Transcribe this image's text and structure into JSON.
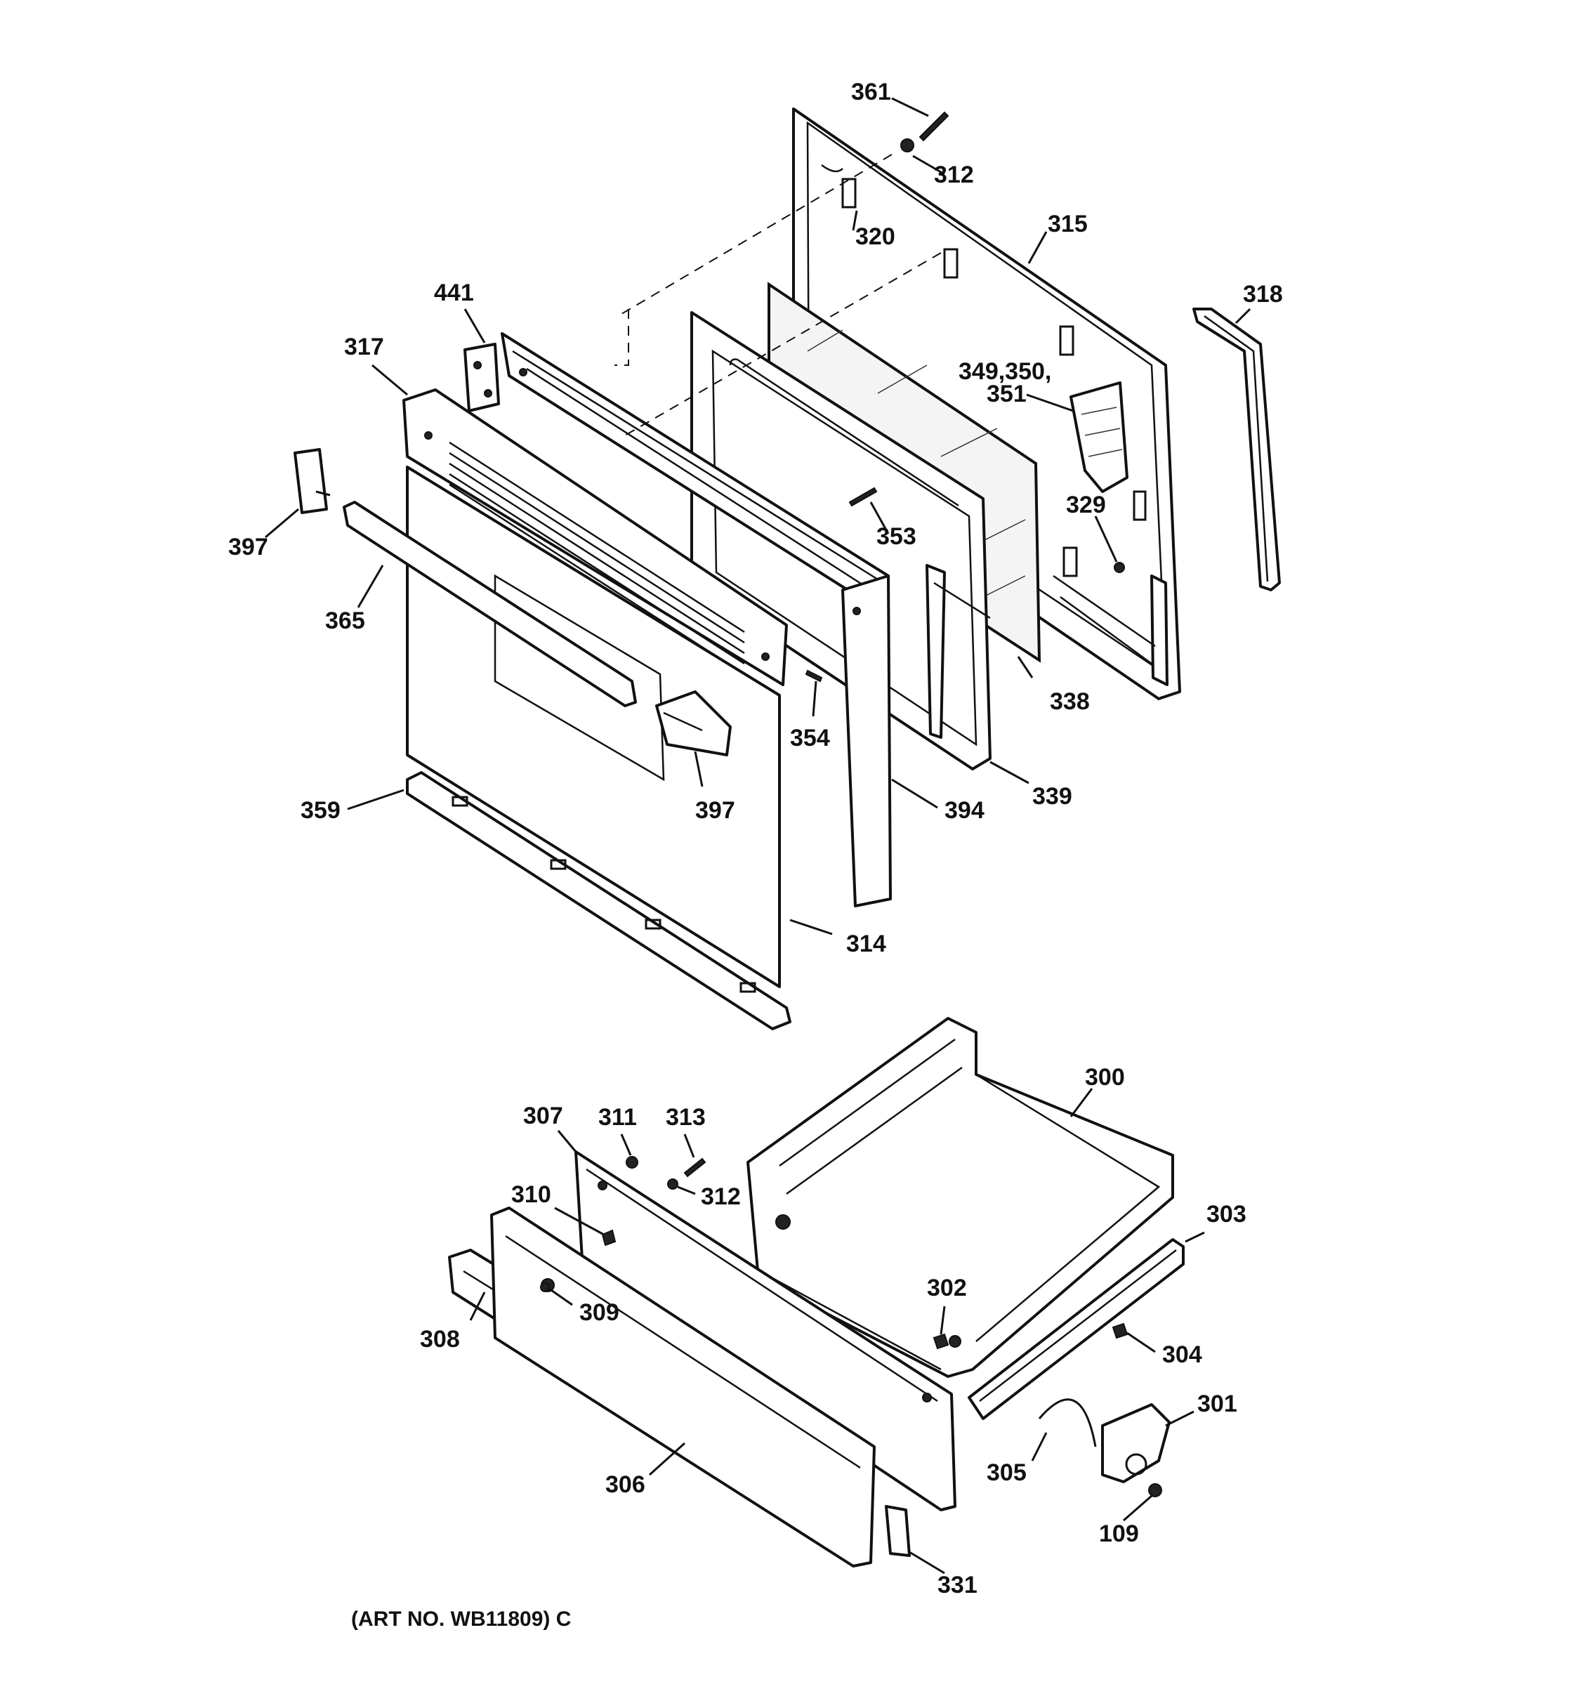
{
  "labels": {
    "p361": "361",
    "p312_top": "312",
    "p320": "320",
    "p315": "315",
    "p318": "318",
    "p441": "441",
    "p317": "317",
    "p349": "349,350,",
    "p351": "351",
    "p397_left": "397",
    "p329": "329",
    "p353": "353",
    "p365": "365",
    "p338": "338",
    "p354": "354",
    "p339": "339",
    "p359": "359",
    "p397_handle": "397",
    "p394": "394",
    "p314": "314",
    "p300": "300",
    "p307": "307",
    "p311": "311",
    "p313": "313",
    "p312_bottom": "312",
    "p310": "310",
    "p303": "303",
    "p302": "302",
    "p309": "309",
    "p308": "308",
    "p304": "304",
    "p301": "301",
    "p305": "305",
    "p306": "306",
    "p109": "109",
    "p331": "331"
  },
  "footer": {
    "art_number": "(ART NO. WB11809) C"
  }
}
